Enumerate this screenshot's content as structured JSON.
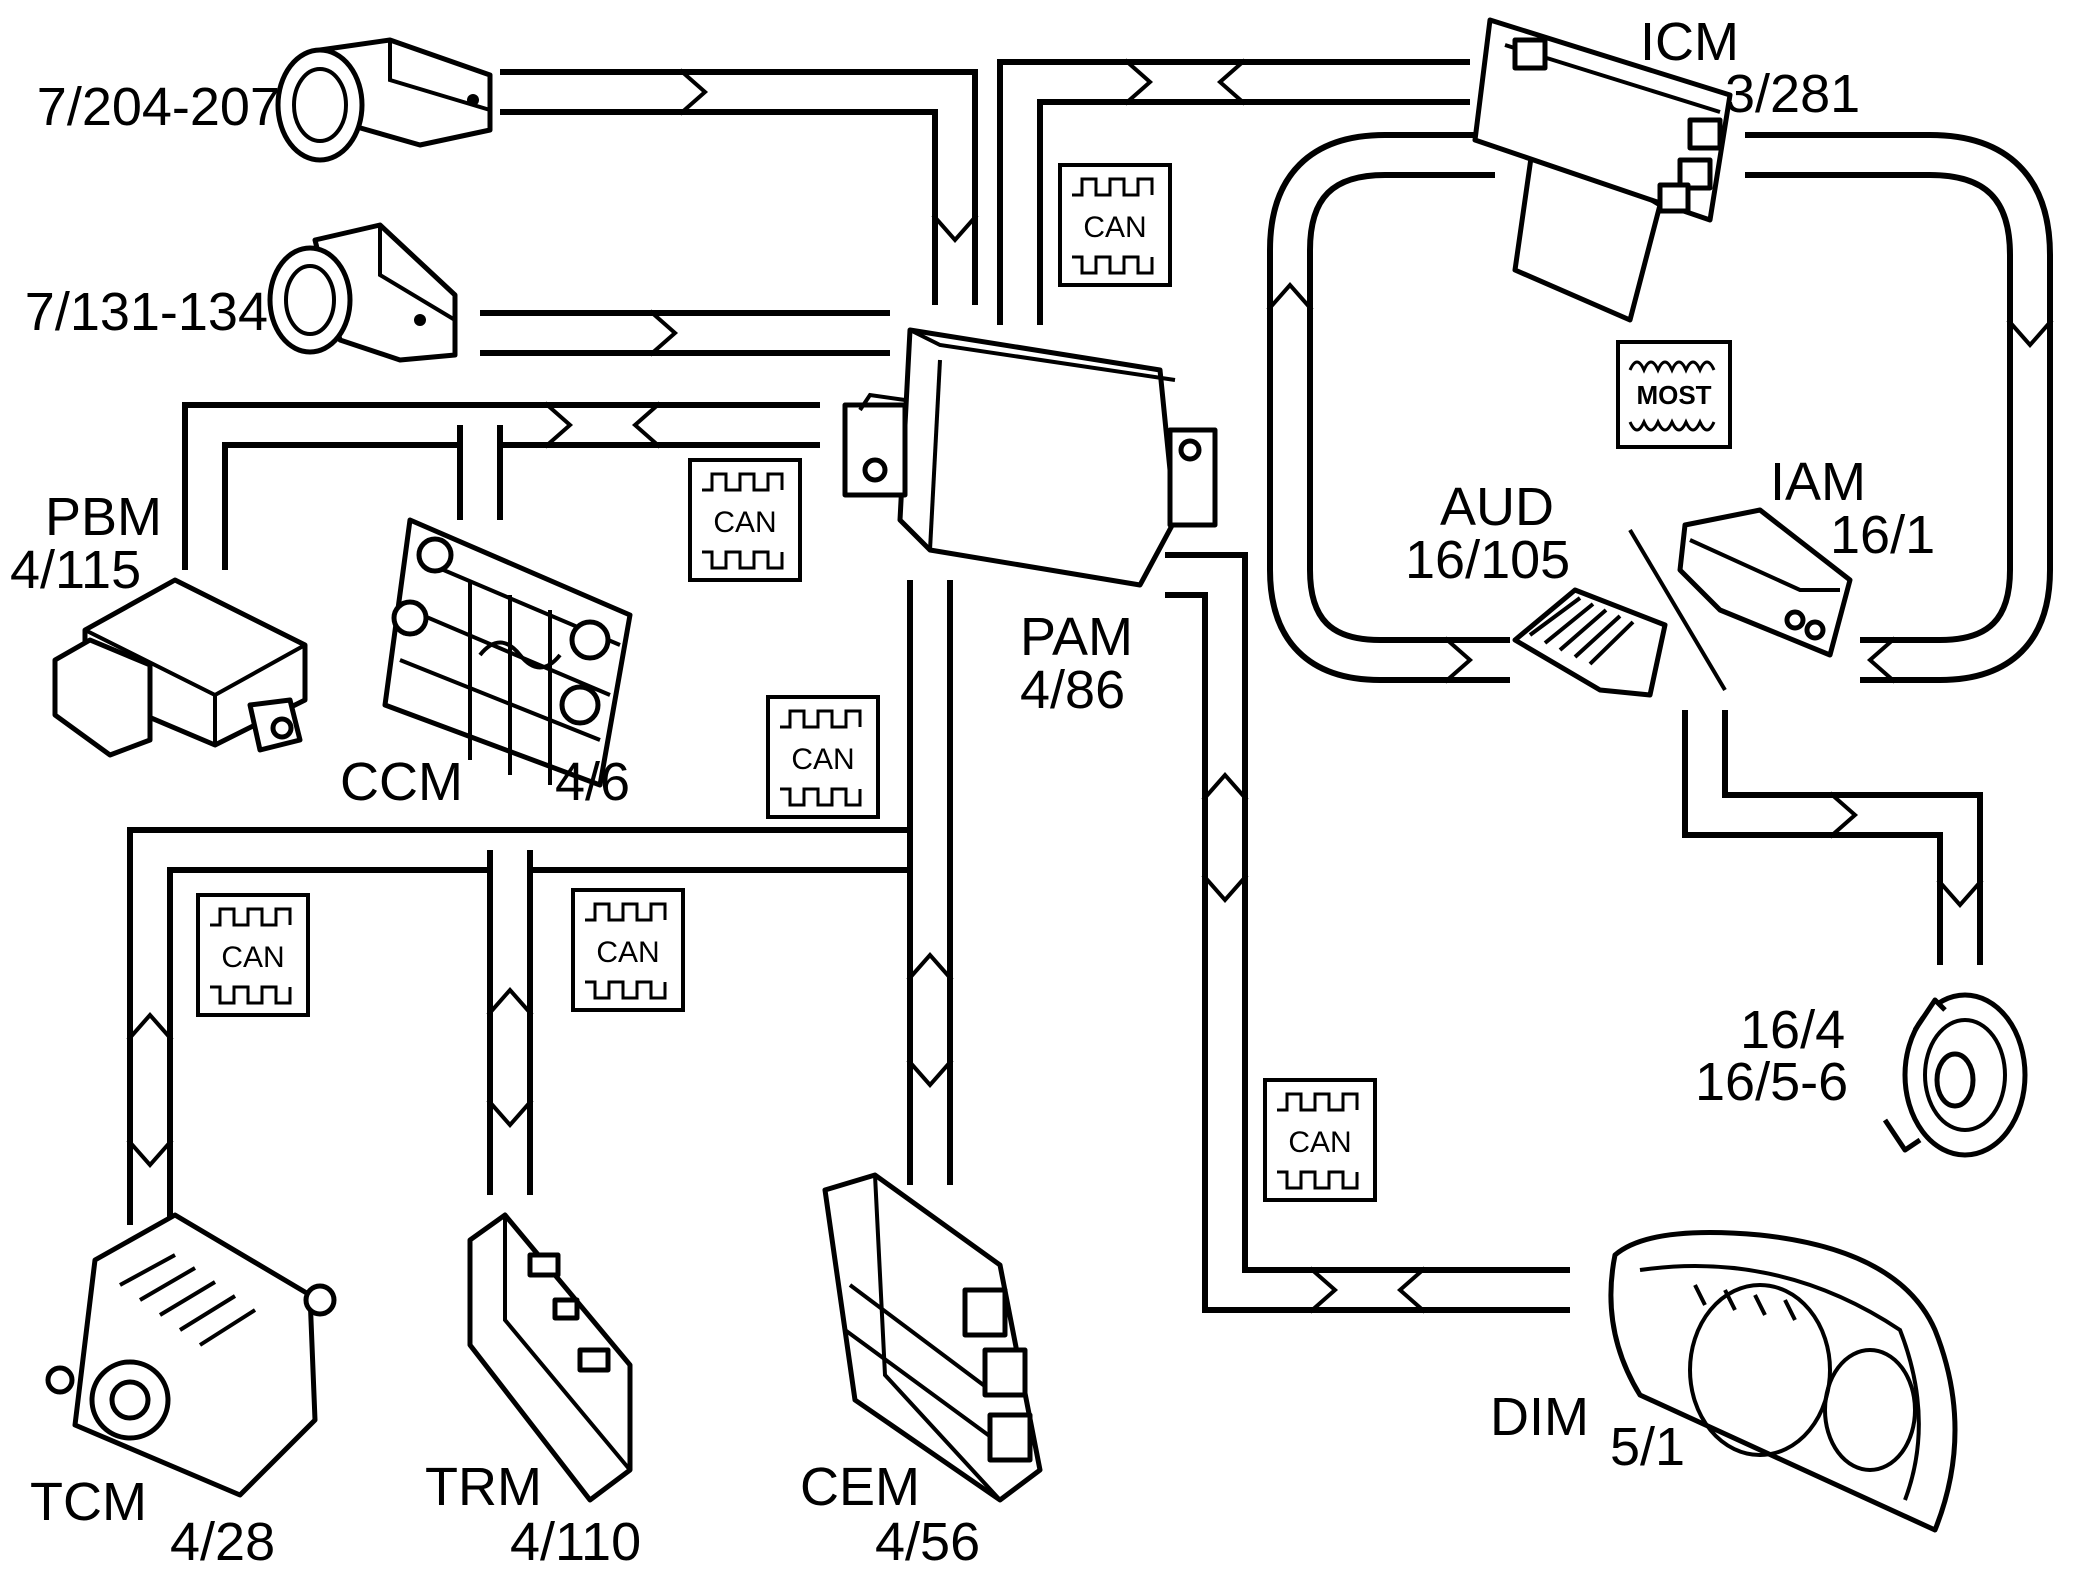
{
  "modules": {
    "pam": {
      "name": "PAM",
      "ref": "4/86"
    },
    "icm": {
      "name": "ICM",
      "ref": "3/281"
    },
    "aud": {
      "name": "AUD",
      "ref": "16/105"
    },
    "iam": {
      "name": "IAM",
      "ref": "16/1"
    },
    "pbm": {
      "name": "PBM",
      "ref": "4/115"
    },
    "ccm": {
      "name": "CCM",
      "ref": "4/6"
    },
    "tcm": {
      "name": "TCM",
      "ref": "4/28"
    },
    "trm": {
      "name": "TRM",
      "ref": "4/110"
    },
    "cem": {
      "name": "CEM",
      "ref": "4/56"
    },
    "dim": {
      "name": "DIM",
      "ref": "5/1"
    }
  },
  "sensors": {
    "rear": {
      "ref": "7/204-207"
    },
    "front": {
      "ref": "7/131-134"
    }
  },
  "speakers": {
    "ref_line1": "16/4",
    "ref_line2": "16/5-6"
  },
  "buses": {
    "can_label": "CAN",
    "most_label": "MOST"
  }
}
